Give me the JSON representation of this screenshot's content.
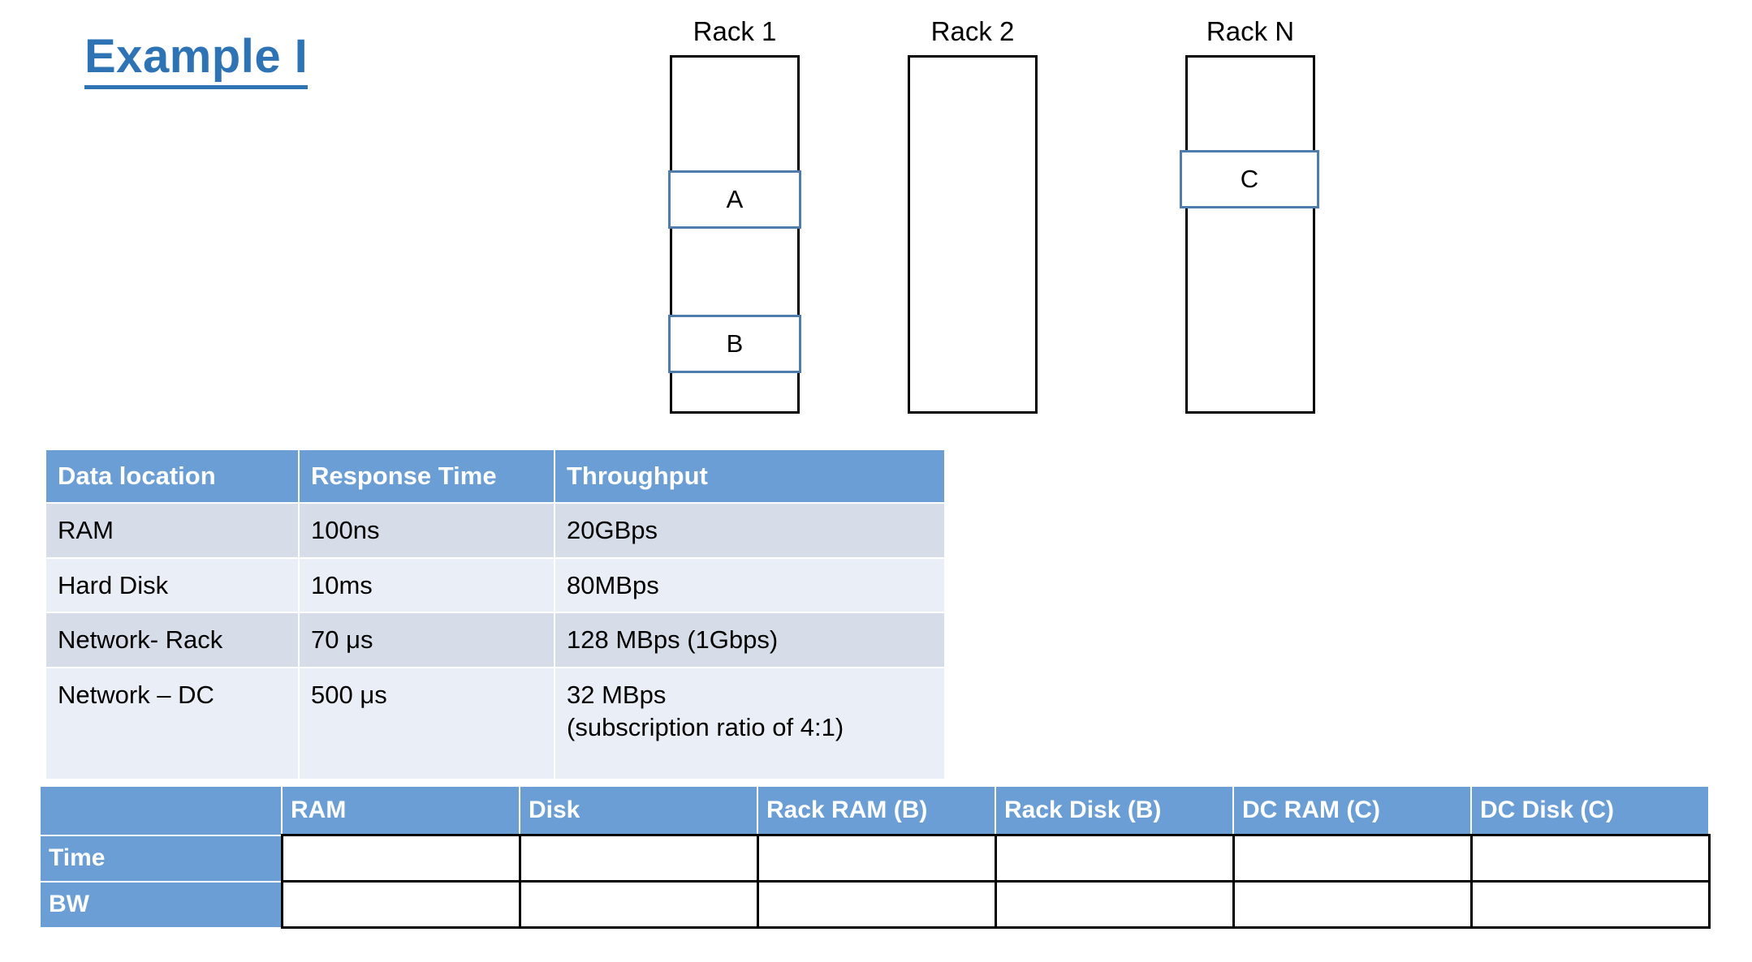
{
  "slide": {
    "title": "Example I",
    "title_color": "#2E74B5"
  },
  "racks": [
    {
      "label": "Rack 1",
      "slots": [
        {
          "label": "A"
        },
        {
          "label": "B"
        }
      ]
    },
    {
      "label": "Rack 2",
      "slots": []
    },
    {
      "label": "Rack N",
      "slots": [
        {
          "label": "C"
        }
      ]
    }
  ],
  "latency_table": {
    "headers": [
      "Data location",
      "Response Time",
      "Throughput"
    ],
    "rows": [
      {
        "location": "RAM",
        "response": "100ns",
        "throughput": "20GBps",
        "throughput2": ""
      },
      {
        "location": "Hard Disk",
        "response": "10ms",
        "throughput": "80MBps",
        "throughput2": ""
      },
      {
        "location": "Network- Rack",
        "response": "70 μs",
        "throughput": "128 MBps (1Gbps)",
        "throughput2": ""
      },
      {
        "location": "Network – DC",
        "response": "500 μs",
        "throughput": "32 MBps",
        "throughput2": "(subscription ratio of 4:1)"
      }
    ],
    "header_color": "#6A9ED4",
    "band_a_color": "#D6DCE8",
    "band_b_color": "#EAEEF6"
  },
  "answer_table": {
    "corner_label": "",
    "column_headers": [
      "RAM",
      "Disk",
      "Rack RAM (B)",
      "Rack Disk (B)",
      "DC RAM (C)",
      "DC Disk (C)"
    ],
    "row_headers": [
      "Time",
      "BW"
    ],
    "cells": [
      [
        "",
        "",
        "",
        "",
        "",
        ""
      ],
      [
        "",
        "",
        "",
        "",
        "",
        ""
      ]
    ],
    "header_color": "#6A9ED4"
  }
}
